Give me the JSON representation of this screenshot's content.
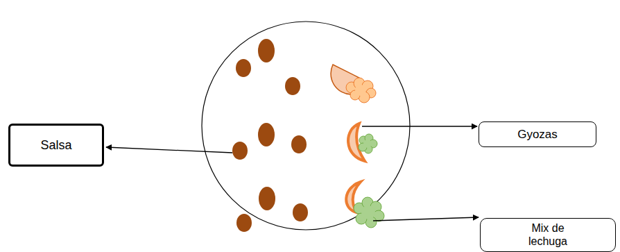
{
  "diagram": {
    "nodes": [
      {
        "text": [
          "Salsa"
        ]
      },
      {
        "text": [
          "Gyozas"
        ]
      },
      {
        "text": [
          "Mix de lechuga"
        ]
      }
    ]
  }
}
